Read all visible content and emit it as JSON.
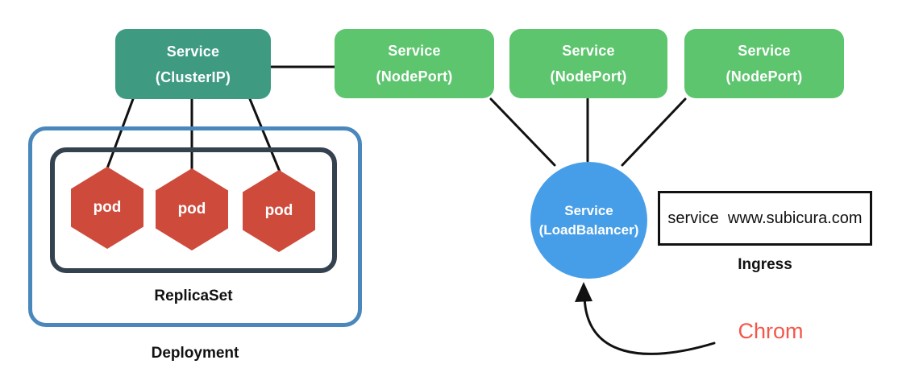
{
  "colors": {
    "teal": "#3E9B82",
    "green": "#5CC56D",
    "lb-blue": "#479EE8",
    "pod-red": "#CE4B3C",
    "deployment-border": "#4A87BC",
    "replicaset-border": "#34414F",
    "ingress-border": "#111111",
    "line": "#111111",
    "client-red": "#F4574A"
  },
  "nodes": {
    "cluster_ip": {
      "title": "Service",
      "subtitle": "(ClusterIP)"
    },
    "node_ports": [
      {
        "title": "Service",
        "subtitle": "(NodePort)"
      },
      {
        "title": "Service",
        "subtitle": "(NodePort)"
      },
      {
        "title": "Service",
        "subtitle": "(NodePort)"
      }
    ],
    "pods": [
      {
        "label": "pod"
      },
      {
        "label": "pod"
      },
      {
        "label": "pod"
      }
    ],
    "replicaset": {
      "label": "ReplicaSet"
    },
    "deployment": {
      "label": "Deployment"
    },
    "load_balancer": {
      "title": "Service",
      "subtitle": "(LoadBalancer)"
    },
    "ingress": {
      "box_text": "service  www.subicura.com",
      "label": "Ingress"
    },
    "client": {
      "label": "Chrom"
    }
  }
}
